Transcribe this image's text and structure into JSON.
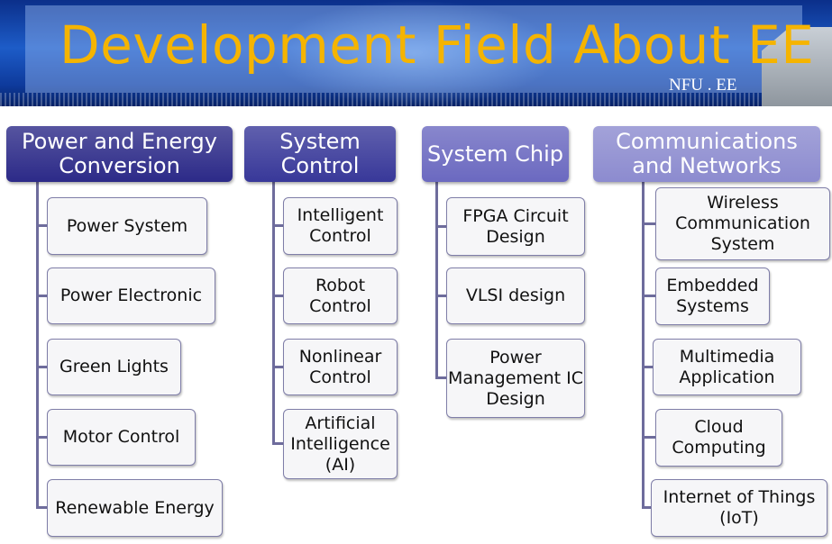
{
  "banner": {
    "title": "Development Field About EE",
    "tag": "NFU . EE"
  },
  "columns": [
    {
      "header": "Power and Energy Conversion",
      "color": "#2c2a88",
      "items": [
        "Power System",
        "Power Electronic",
        "Green Lights",
        "Motor Control",
        "Renewable Energy"
      ]
    },
    {
      "header": "System Control",
      "color": "#383899",
      "items": [
        "Intelligent Control",
        "Robot Control",
        "Nonlinear Control",
        "Artificial Intelligence (AI)"
      ]
    },
    {
      "header": "System Chip",
      "color": "#6b69c0",
      "items": [
        "FPGA Circuit Design",
        "VLSI design",
        "Power Management IC Design"
      ]
    },
    {
      "header": "Communications and Networks",
      "color": "#8c8bcf",
      "items": [
        "Wireless Communication System",
        "Embedded Systems",
        "Multimedia Application",
        "Cloud Computing",
        "Internet of Things (IoT)"
      ]
    }
  ]
}
